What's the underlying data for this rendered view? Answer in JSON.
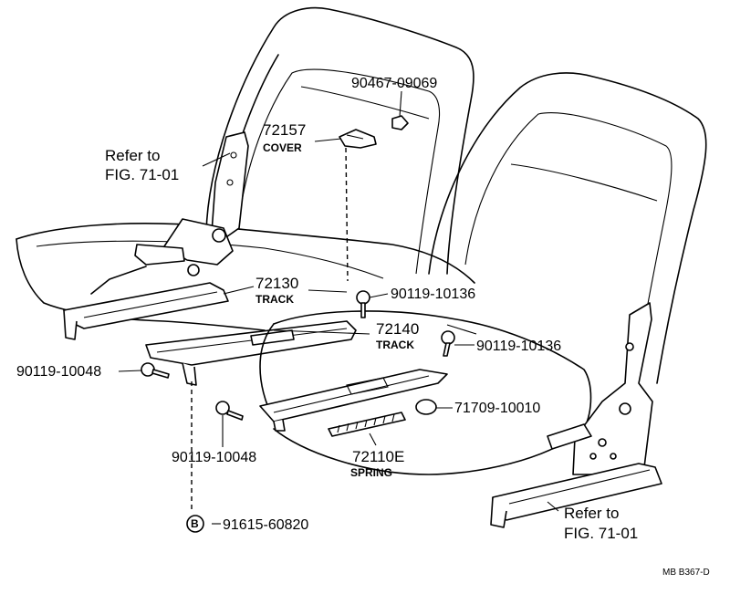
{
  "labels": {
    "refer_left_line1": "Refer to",
    "refer_left_line2": "FIG. 71-01",
    "refer_right_line1": "Refer to",
    "refer_right_line2": "FIG. 71-01",
    "p90467": "90467-09069",
    "p72157": "72157",
    "p72157_desc": "COVER",
    "p72130": "72130",
    "p72130_desc": "TRACK",
    "p90119_10136_a": "90119-10136",
    "p72140": "72140",
    "p72140_desc": "TRACK",
    "p90119_10136_b": "90119-10136",
    "p90119_10048_a": "90119-10048",
    "p71709": "71709-10010",
    "p90119_10048_b": "90119-10048",
    "p72110e": "72110E",
    "p72110e_desc": "SPRING",
    "b_marker": "B",
    "p91615": "91615-60820",
    "figure_code": "MB  B367-D"
  }
}
